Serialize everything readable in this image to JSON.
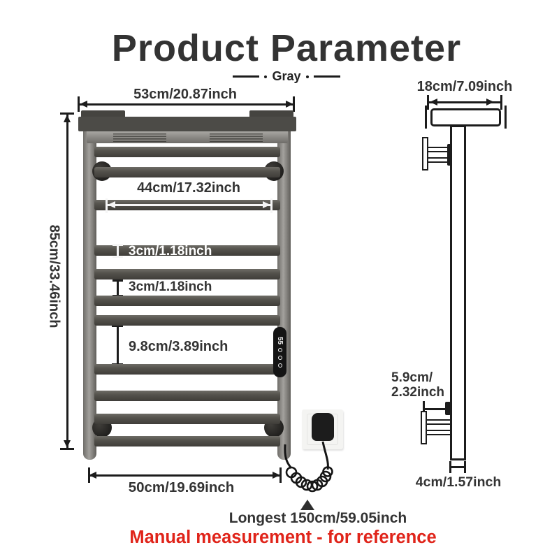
{
  "title": "Product Parameter",
  "variant": "Gray",
  "front_view": {
    "width_top": "53cm/20.87inch",
    "height": "85cm/33.46inch",
    "width_inner": "44cm/17.32inch",
    "bar_diameter": "3cm/1.18inch",
    "bar_gap": "3cm/1.18inch",
    "section_gap": "9.8cm/3.89inch",
    "width_bottom": "50cm/19.69inch",
    "control_panel": {
      "display_value": "55"
    }
  },
  "side_view": {
    "depth_top": "18cm/7.09inch",
    "wall_clearance": "5.9cm/\n2.32inch",
    "post_depth": "4cm/1.57inch"
  },
  "power_cord": {
    "max_length_label": "Longest 150cm/59.05inch"
  },
  "footer": {
    "note": "Manual measurement - for reference"
  },
  "colors": {
    "note_red": "#e0241a",
    "ink": "#333333",
    "diagram_line": "#1c1c1c",
    "rack_gray_dark": "#4a4844",
    "rack_gray_light": "#9b9995",
    "display_black": "#141414"
  }
}
